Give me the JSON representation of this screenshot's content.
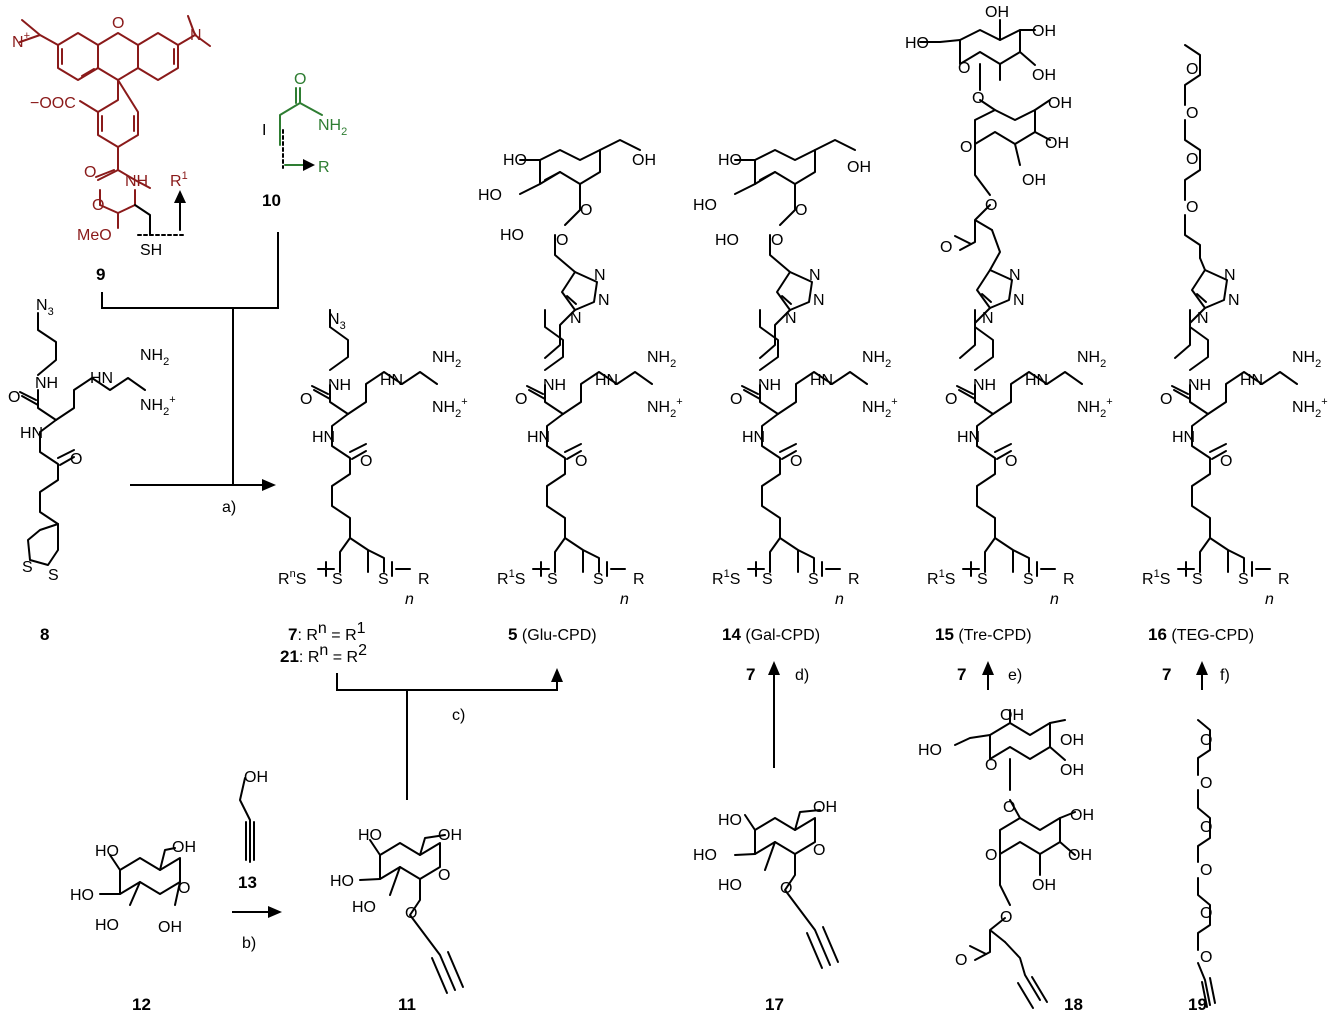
{
  "compounds": {
    "c9": "9",
    "c10": "10",
    "c8": "8",
    "c7": "7",
    "c21": "21",
    "c5": "5",
    "c14": "14",
    "c15": "15",
    "c16": "16",
    "c12": "12",
    "c13": "13",
    "c11": "11",
    "c17": "17",
    "c18": "18",
    "c19": "19",
    "c7_d": "7",
    "c7_e": "7",
    "c7_f": "7"
  },
  "compound_names": {
    "c5": "(Glu-CPD)",
    "c14": "(Gal-CPD)",
    "c15": "(Tre-CPD)",
    "c16": "(TEG-CPD)",
    "c7_def": ": R",
    "c7_sup_n": "n",
    "c7_eq": " = R",
    "c7_sup_1": "1",
    "c21_def": ": R",
    "c21_sup_n": "n",
    "c21_eq": " = R",
    "c21_sup_2": "2"
  },
  "conditions": {
    "a": "a)",
    "b": "b)",
    "c": "c)",
    "d": "d)",
    "e": "e)",
    "f": "f)"
  },
  "atoms": {
    "N3": "N",
    "N3_sub": "3",
    "NH": "NH",
    "HN": "HN",
    "O": "O",
    "NH2": "NH",
    "NH2_sub": "2",
    "NH2plus_sub": "2",
    "plus": "+",
    "S": "S",
    "SH": "SH",
    "R": "R",
    "R1": "R",
    "R1_sup": "1",
    "Rn_sup": "n",
    "n": "n",
    "OH": "OH",
    "HO": "HO",
    "N": "N",
    "COO": "−OOC",
    "MeO": "MeO",
    "I": "I",
    "Nplus": "N",
    "Nplus_sup": "+"
  },
  "colors": {
    "rhodamine": "#8a1a1a",
    "iodoacetamide": "#2e7d32"
  }
}
